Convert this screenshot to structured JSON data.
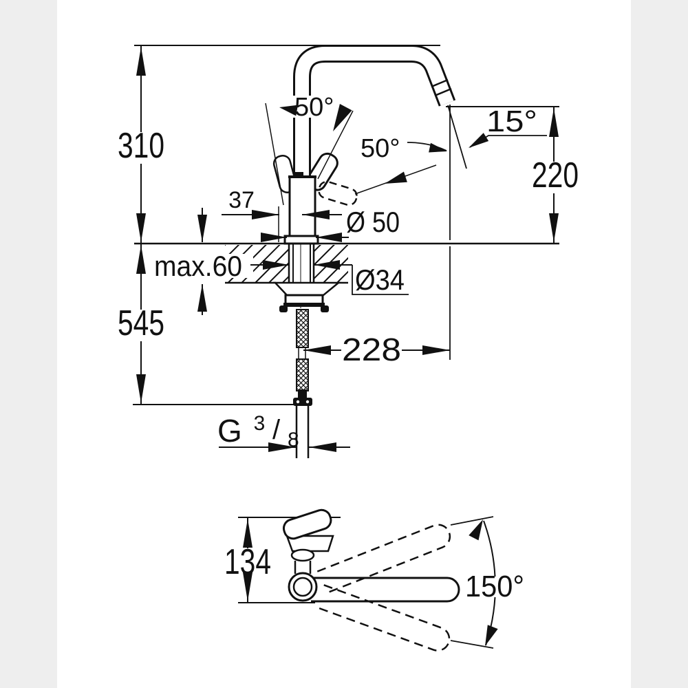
{
  "document": {
    "type": "faucet technical dimension drawing",
    "views": [
      "side elevation with mounting section",
      "top view with swivel range"
    ]
  },
  "side_view": {
    "height_above_deck": "310",
    "length_below_deck": "545",
    "spout_outlet_height": "220",
    "handle_swing_back": "50°",
    "handle_swing_forward": "50°",
    "outlet_stream_angle": "15°",
    "body_front_offset": "37",
    "base_diameter": "Ø 50",
    "max_deck_thickness": "max.60",
    "mounting_hole_diameter": "Ø34",
    "spout_reach": "228",
    "thread": {
      "letter": "G",
      "numerator": "3",
      "slash": "/",
      "denominator": "8"
    }
  },
  "top_view": {
    "body_height": "134",
    "swivel_range": "150°"
  },
  "colors": {
    "line": "#111111",
    "background": "#ffffff",
    "page_margin": "#eeeeee"
  }
}
